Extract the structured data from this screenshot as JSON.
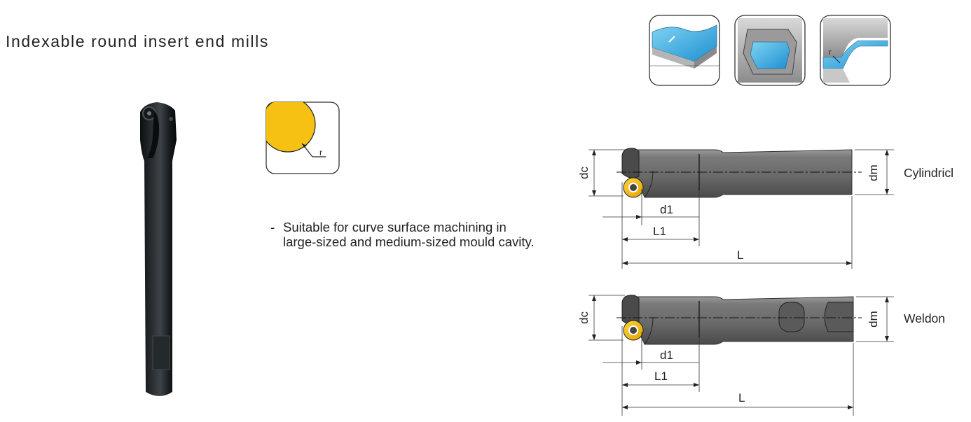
{
  "title": "Indexable round insert end mills",
  "description": {
    "bullet": "-",
    "line1": "Suitable for curve surface machining in",
    "line2": "large-sized and medium-sized mould cavity."
  },
  "insert_icon": {
    "radius_label": "r",
    "insert_color": "#f7c114"
  },
  "machining_icons": [
    {
      "name": "surface-milling-icon"
    },
    {
      "name": "pocket-milling-icon"
    },
    {
      "name": "corner-radius-icon",
      "radius_label": "r"
    }
  ],
  "drawings": [
    {
      "type_label": "Cylindricl",
      "dims": {
        "dc": "dc",
        "dm": "dm",
        "d1": "d1",
        "L1": "L1",
        "L": "L"
      }
    },
    {
      "type_label": "Weldon",
      "dims": {
        "dc": "dc",
        "dm": "dm",
        "d1": "d1",
        "L1": "L1",
        "L": "L"
      }
    }
  ]
}
